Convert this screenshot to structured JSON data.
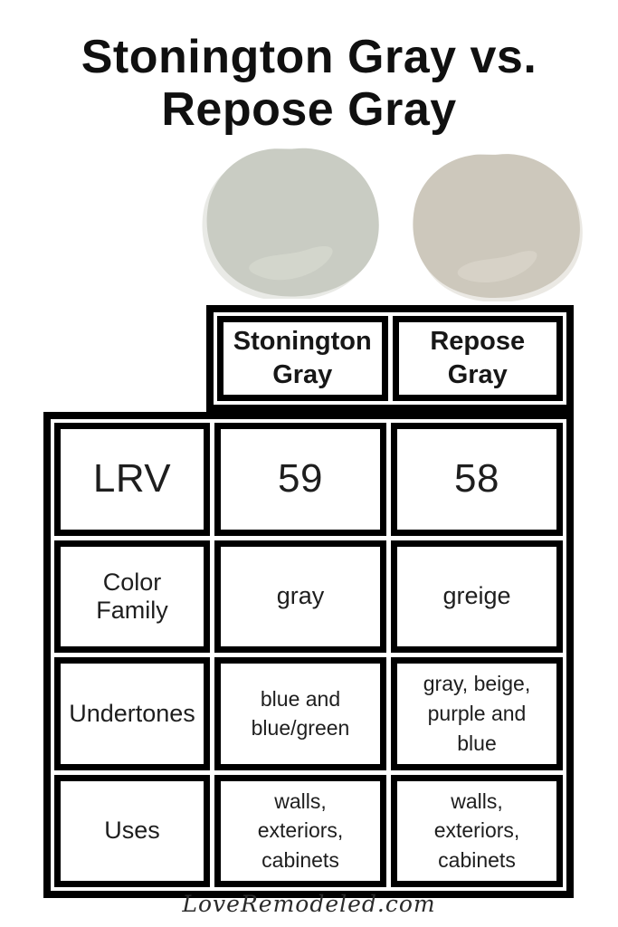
{
  "title": {
    "line1": "Stonington Gray vs.",
    "line2": "Repose Gray"
  },
  "swatches": [
    {
      "name": "Stonington Gray",
      "color": "#c9ccc3",
      "highlight": "#d3d6cc",
      "shadow": "#e9eae6"
    },
    {
      "name": "Repose Gray",
      "color": "#cdc8bc",
      "highlight": "#d7d2c7",
      "shadow": "#ebe9e4"
    }
  ],
  "table": {
    "headers": [
      {
        "label": "Stonington Gray"
      },
      {
        "label": "Repose Gray"
      }
    ],
    "rows": [
      {
        "label": "LRV",
        "stonington": "59",
        "repose": "58"
      },
      {
        "label": "Color Family",
        "stonington": "gray",
        "repose": "greige"
      },
      {
        "label": "Undertones",
        "stonington": "blue and blue/green",
        "repose": "gray, beige, purple and blue"
      },
      {
        "label": "Uses",
        "stonington": "walls, exteriors, cabinets",
        "repose": "walls, exteriors, cabinets"
      }
    ]
  },
  "footer": {
    "site": "LoveRemodeled.com"
  },
  "colors": {
    "border": "#000000",
    "text": "#1e1e1e",
    "background": "#ffffff"
  },
  "chart_data": {
    "type": "table",
    "title": "Stonington Gray vs. Repose Gray",
    "columns": [
      "",
      "Stonington Gray",
      "Repose Gray"
    ],
    "rows": [
      [
        "LRV",
        "59",
        "58"
      ],
      [
        "Color Family",
        "gray",
        "greige"
      ],
      [
        "Undertones",
        "blue and blue/green",
        "gray, beige, purple and blue"
      ],
      [
        "Uses",
        "walls, exteriors, cabinets",
        "walls, exteriors, cabinets"
      ]
    ]
  }
}
